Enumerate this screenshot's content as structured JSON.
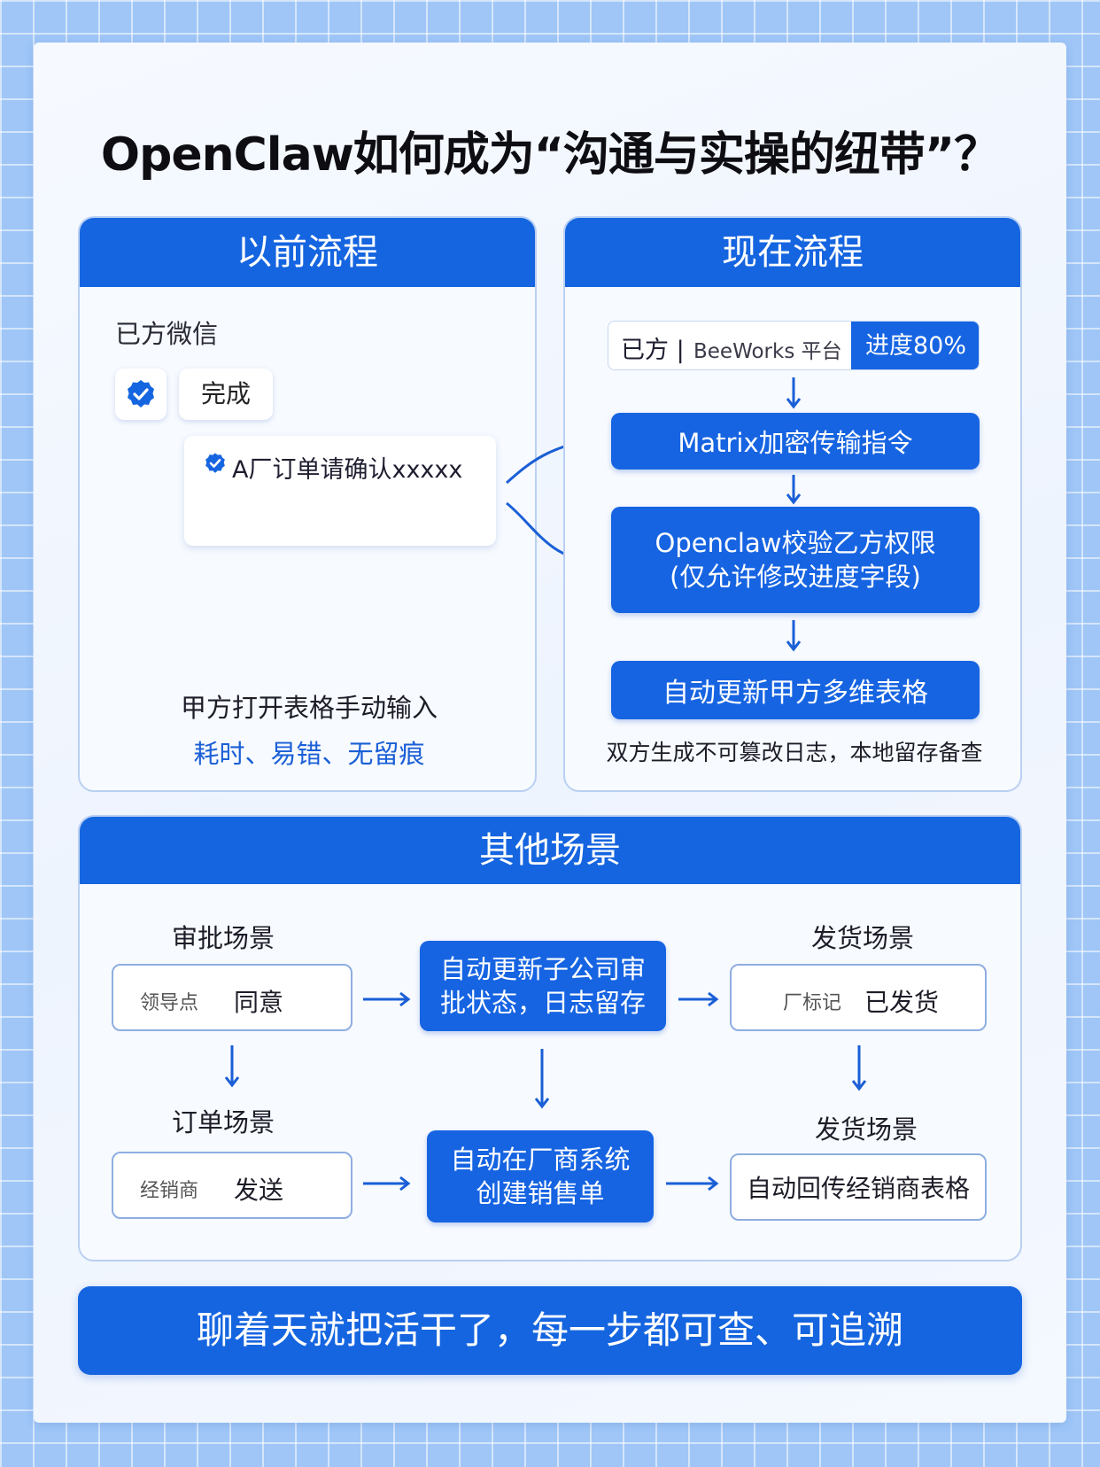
{
  "title": "OpenClaw如何成为“沟通与实操的纽带”？",
  "before": {
    "header": "以前流程",
    "chat_label": "已方微信",
    "done_label": "完成",
    "message": "A厂订单请确认xxxxx",
    "caption_main": "甲方打开表格手动输入",
    "caption_sub": "耗时、易错、无留痕"
  },
  "now": {
    "header": "现在流程",
    "bar_party": "已方 |",
    "bar_platform": "BeeWorks 平台",
    "bar_progress": "进度80%",
    "step1": "Matrix加密传输指令",
    "step2": "Openclaw校验乙方权限\n(仅允许修改进度字段)",
    "step3": "自动更新甲方多维表格",
    "footer": "双方生成不可篡改日志，本地留存备查"
  },
  "other": {
    "header": "其他场景",
    "approval_title": "审批场景",
    "approval_label": "领导点",
    "approval_value": "同意",
    "approval_result": "自动更新子公司审\n批状态，日志留存",
    "shipping_title_top": "发货场景",
    "shipping_label": "厂标记",
    "shipping_value": "已发货",
    "order_title": "订单场景",
    "order_label": "经销商",
    "order_value": "发送",
    "order_result": "自动在厂商系统\n创建销售单",
    "shipping_title_bottom": "发货场景",
    "shipping_result": "自动回传经销商表格"
  },
  "banner": "聊着天就把活干了，每一步都可查、可追溯",
  "colors": {
    "primary_blue": "#1565e0",
    "accent_text_blue": "#1a5fd6",
    "panel_border": "#b9d0f2"
  }
}
